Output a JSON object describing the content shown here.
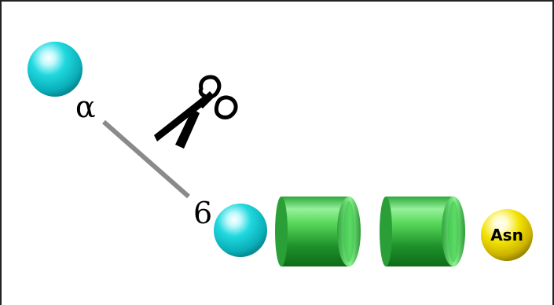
{
  "diagram": {
    "alpha_label": "α",
    "position_label": "6",
    "peptide_label": "Asn",
    "colors": {
      "sugar_sphere": "#12c8d0",
      "cylinder": "#2fb84a",
      "asn_sphere": "#e5d200",
      "bond": "#8a8a8a"
    },
    "icons": {
      "cleavage": "scissors-icon"
    }
  }
}
